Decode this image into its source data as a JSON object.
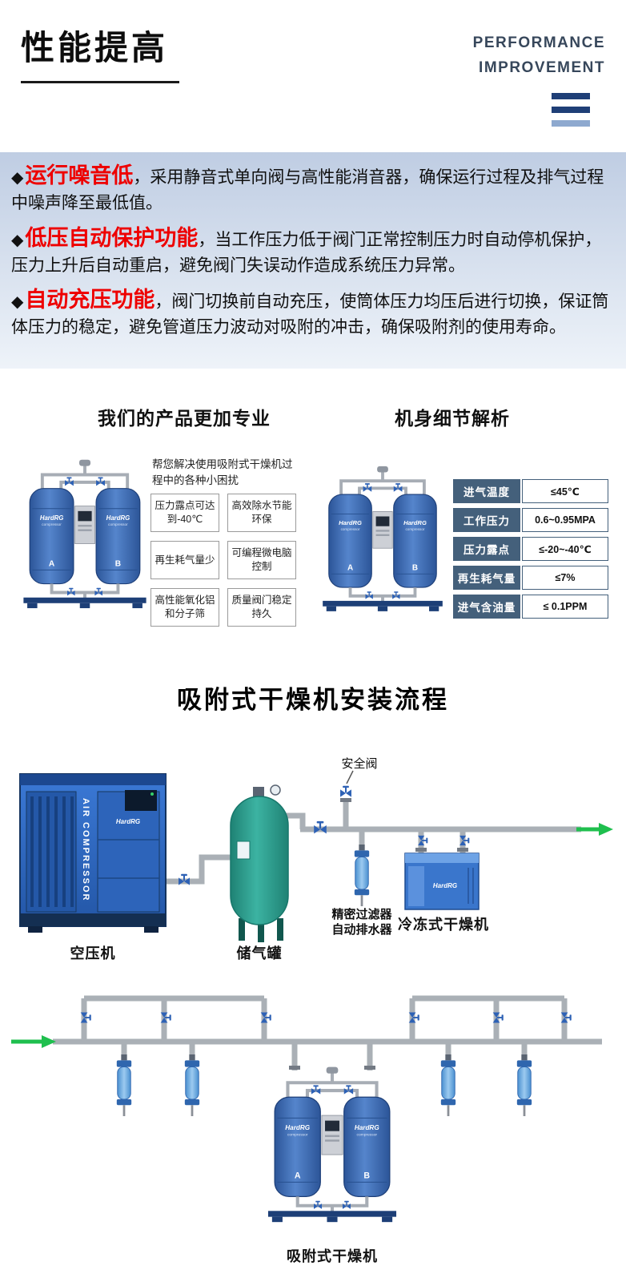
{
  "header": {
    "title": "性能提高",
    "subtitle_line1": "PERFORMANCE",
    "subtitle_line2": "IMPROVEMENT"
  },
  "features": [
    {
      "name": "运行噪音低",
      "sep": "，",
      "desc": "采用静音式单向阀与高性能消音器，确保运行过程及排气过程中噪声降至最低值。"
    },
    {
      "name": "低压自动保护功能",
      "sep": "，",
      "desc": "当工作压力低于阀门正常控制压力时自动停机保护，压力上升后自动重启，避免阀门失误动作造成系统压力异常。"
    },
    {
      "name": "自动充压功能",
      "sep": "，",
      "desc": "阀门切换前自动充压，使筒体压力均压后进行切换，保证筒体压力的稳定，避免管道压力波动对吸附的冲击，确保吸附剂的使用寿命。"
    }
  ],
  "professional": {
    "title": "我们的产品更加专业",
    "intro": "帮您解决使用吸附式干燥机过程中的各种小困扰",
    "points": [
      "压力露点可达到-40℃",
      "高效除水节能环保",
      "再生耗气量少",
      "可编程微电脑控制",
      "高性能氧化铝和分子筛",
      "质量阀门稳定持久"
    ]
  },
  "details": {
    "title": "机身细节解析",
    "rows": [
      {
        "label": "进气温度",
        "value": "≤45℃"
      },
      {
        "label": "工作压力",
        "value": "0.6~0.95MPA"
      },
      {
        "label": "压力露点",
        "value": "≤-20~-40℃"
      },
      {
        "label": "再生耗气量",
        "value": "≤7%"
      },
      {
        "label": "进气含油量",
        "value": "≤ 0.1PPM"
      }
    ]
  },
  "installation": {
    "title": "吸附式干燥机安装流程",
    "labels": {
      "safety_valve": "安全阀",
      "compressor": "空压机",
      "compressor_en": "AIR COMPRESSOR",
      "tank": "储气罐",
      "filter_line1": "精密过滤器",
      "filter_line2": "自动排水器",
      "fridge_dryer": "冷冻式干燥机",
      "adsorption_dryer": "吸附式干燥机"
    }
  },
  "machine": {
    "brand": "HardRG",
    "brand_sub": "compressor",
    "tower_a": "A",
    "tower_b": "B"
  },
  "colors": {
    "accent_red": "#ee0000",
    "band_blue": "#bfcde3",
    "table_label_bg": "#44607b",
    "pipe_gray": "#aab0b6",
    "arrow_green": "#1fbf4e",
    "machine_blue": "#3a6ab8",
    "tank_green": "#2aa093"
  }
}
